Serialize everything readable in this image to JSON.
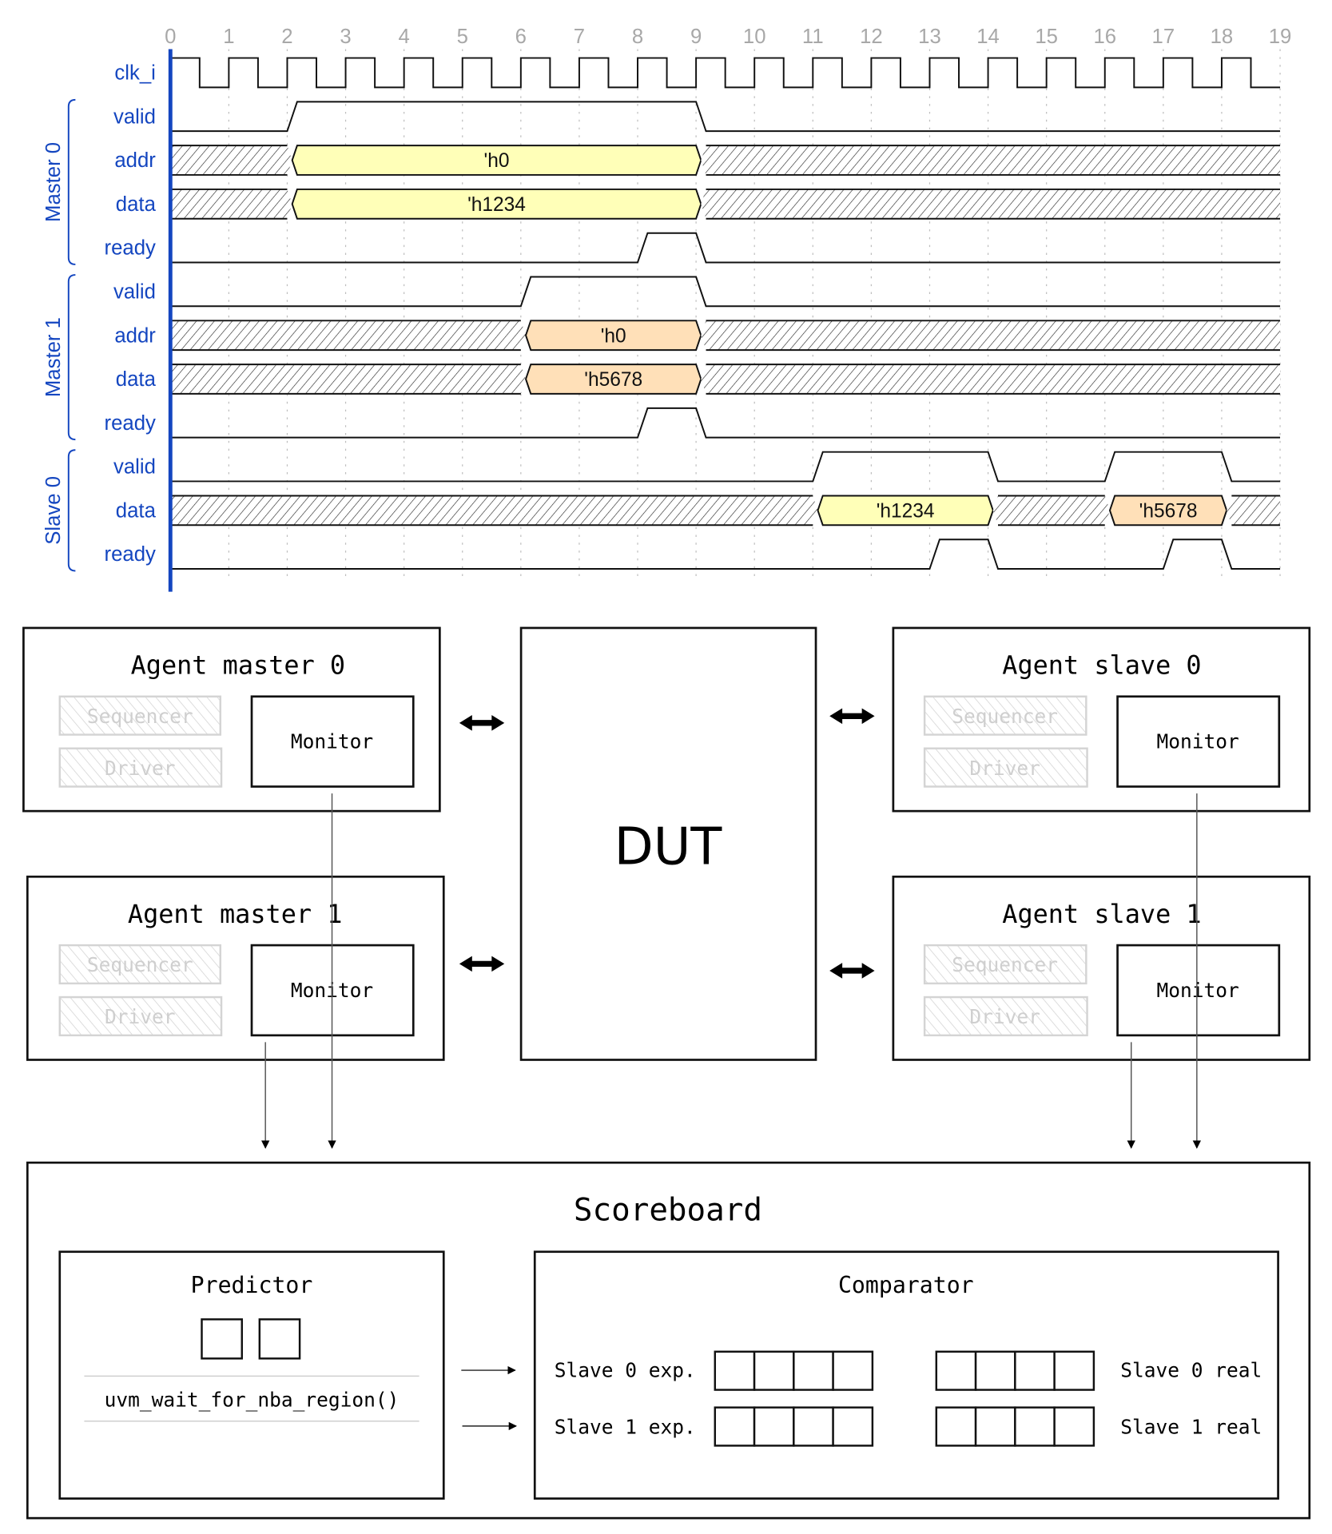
{
  "timing": {
    "ticks": [
      "0",
      "1",
      "2",
      "3",
      "4",
      "5",
      "6",
      "7",
      "8",
      "9",
      "10",
      "11",
      "12",
      "13",
      "14",
      "15",
      "16",
      "17",
      "18",
      "19"
    ],
    "clock": {
      "name": "clk_i",
      "cycles": 19
    },
    "colors": {
      "axis": "#1446c0",
      "yellow": "#ffffb8",
      "orange": "#ffe0b8",
      "hatch": "#222222"
    },
    "groups": [
      {
        "label": "Master 0",
        "rows": [
          1,
          4
        ]
      },
      {
        "label": "Master 1",
        "rows": [
          5,
          8
        ]
      },
      {
        "label": "Slave 0",
        "rows": [
          9,
          11
        ]
      }
    ],
    "signals": [
      {
        "name": "clk_i",
        "type": "clock"
      },
      {
        "name": "valid",
        "type": "bit",
        "high": [
          [
            2,
            9
          ]
        ]
      },
      {
        "name": "addr",
        "type": "bus",
        "segments": [
          {
            "from": 2,
            "to": 9,
            "value": "'h0",
            "color": "yellow"
          }
        ]
      },
      {
        "name": "data",
        "type": "bus",
        "segments": [
          {
            "from": 2,
            "to": 9,
            "value": "'h1234",
            "color": "yellow"
          }
        ]
      },
      {
        "name": "ready",
        "type": "bit",
        "high": [
          [
            8,
            9
          ]
        ]
      },
      {
        "name": "valid",
        "type": "bit",
        "high": [
          [
            6,
            9
          ]
        ]
      },
      {
        "name": "addr",
        "type": "bus",
        "segments": [
          {
            "from": 6,
            "to": 9,
            "value": "'h0",
            "color": "orange"
          }
        ]
      },
      {
        "name": "data",
        "type": "bus",
        "segments": [
          {
            "from": 6,
            "to": 9,
            "value": "'h5678",
            "color": "orange"
          }
        ]
      },
      {
        "name": "ready",
        "type": "bit",
        "high": [
          [
            8,
            9
          ]
        ]
      },
      {
        "name": "valid",
        "type": "bit",
        "high": [
          [
            11,
            14
          ],
          [
            16,
            18
          ]
        ]
      },
      {
        "name": "data",
        "type": "bus",
        "segments": [
          {
            "from": 11,
            "to": 14,
            "value": "'h1234",
            "color": "yellow"
          },
          {
            "from": 16,
            "to": 18,
            "value": "'h5678",
            "color": "orange"
          }
        ]
      },
      {
        "name": "ready",
        "type": "bit",
        "high": [
          [
            13,
            14
          ],
          [
            17,
            18
          ]
        ]
      }
    ]
  },
  "agents": {
    "master0": {
      "title": "Agent master 0",
      "sequencer": "Sequencer",
      "driver": "Driver",
      "monitor": "Monitor"
    },
    "master1": {
      "title": "Agent master 1",
      "sequencer": "Sequencer",
      "driver": "Driver",
      "monitor": "Monitor"
    },
    "slave0": {
      "title": "Agent slave 0",
      "sequencer": "Sequencer",
      "driver": "Driver",
      "monitor": "Monitor"
    },
    "slave1": {
      "title": "Agent slave 1",
      "sequencer": "Sequencer",
      "driver": "Driver",
      "monitor": "Monitor"
    }
  },
  "dut": {
    "label": "DUT"
  },
  "scoreboard": {
    "title": "Scoreboard",
    "predictor": {
      "title": "Predictor",
      "slots": 2,
      "call": "uvm_wait_for_nba_region()"
    },
    "comparator": {
      "title": "Comparator",
      "queue_depth": 4,
      "rows": [
        {
          "exp_label": "Slave 0 exp.",
          "real_label": "Slave 0 real"
        },
        {
          "exp_label": "Slave 1 exp.",
          "real_label": "Slave 1 real"
        }
      ]
    }
  }
}
